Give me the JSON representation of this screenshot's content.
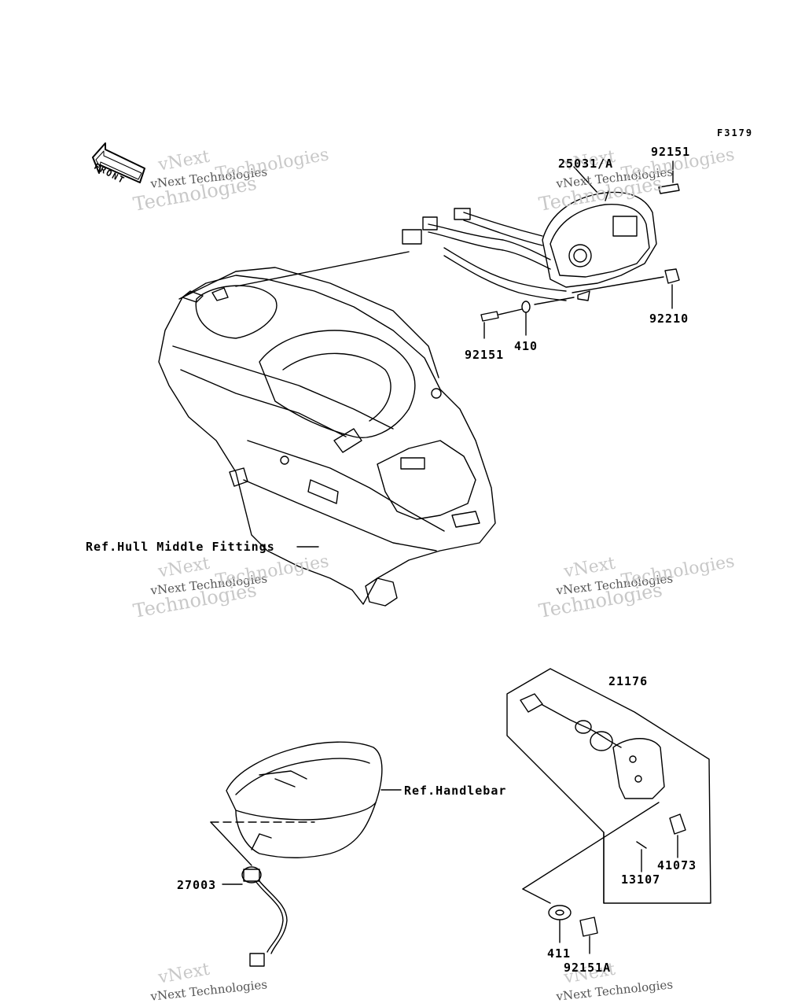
{
  "figure_code": "F3179",
  "front_label": "FRONT",
  "watermark": {
    "line1": "vNext",
    "line2": "vNext Technologies",
    "line3": "Technologies",
    "line4": "Technologies"
  },
  "labels": {
    "ref_hull": "Ref.Hull Middle Fittings",
    "ref_handlebar": "Ref.Handlebar",
    "p25031": "25031/A",
    "p92151_top": "92151",
    "p92210": "92210",
    "p410": "410",
    "p92151_left": "92151",
    "p21176": "21176",
    "p27003": "27003",
    "p41073": "41073",
    "p13107": "13107",
    "p411": "411",
    "p92151A": "92151A"
  }
}
